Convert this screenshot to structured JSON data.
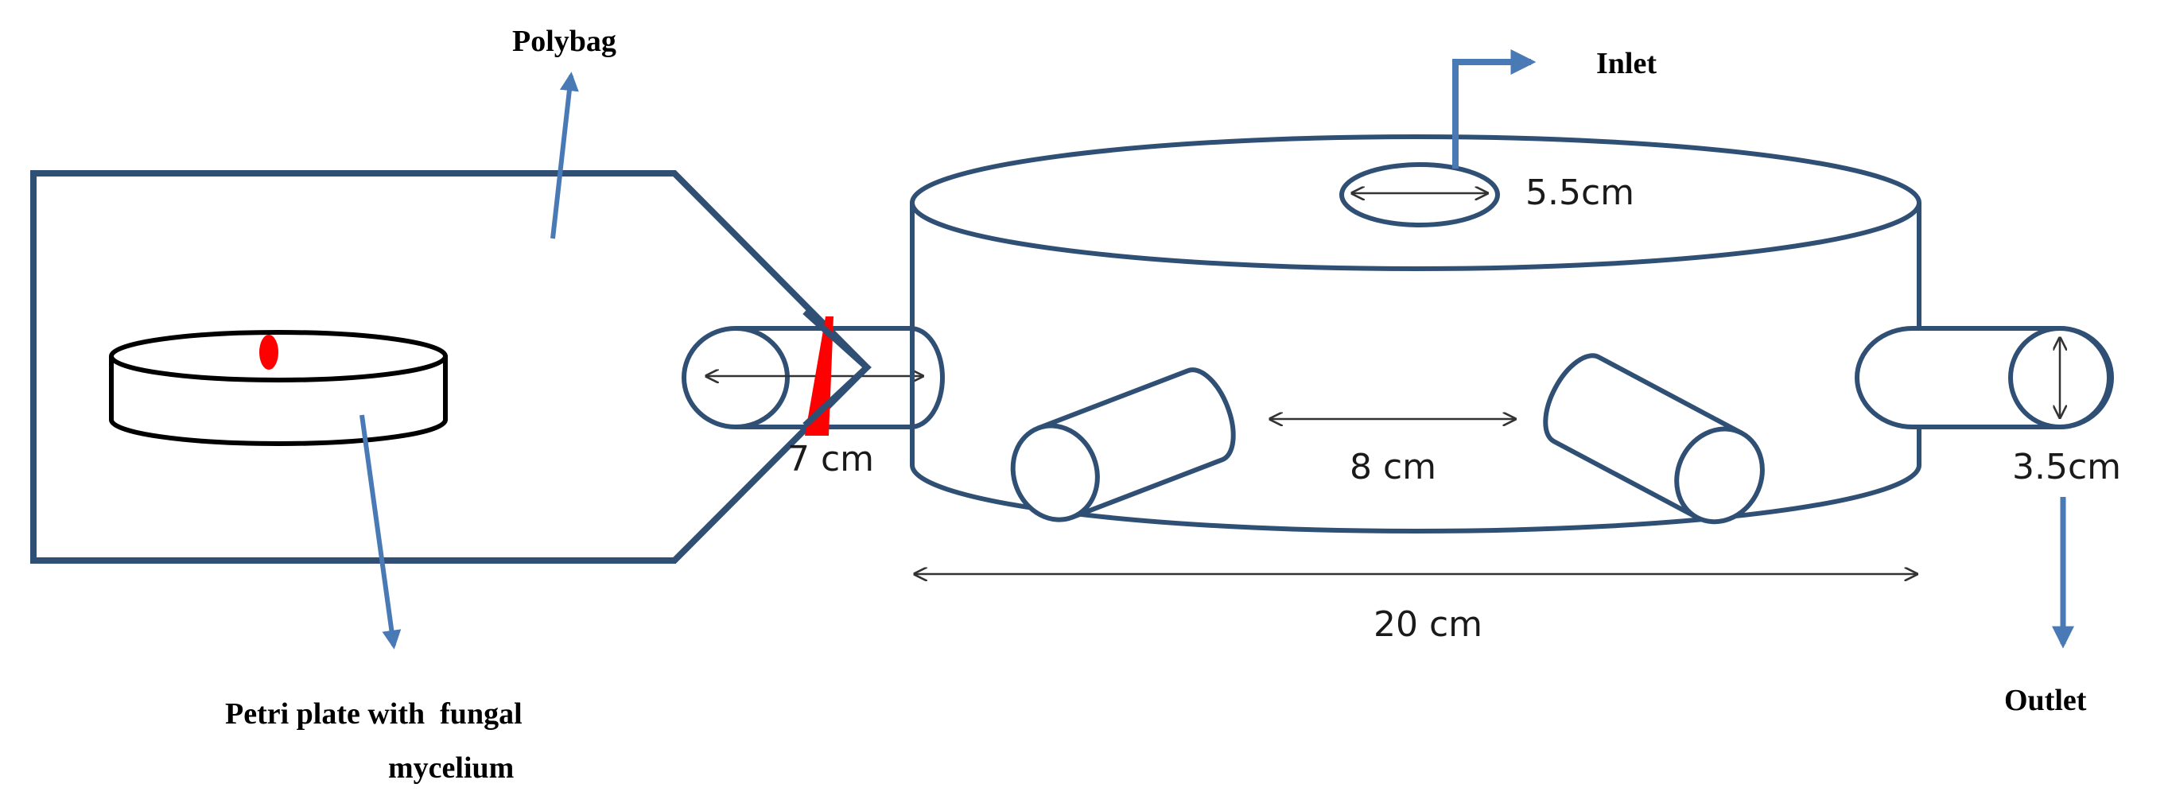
{
  "labels": {
    "polybag": "Polybag",
    "inlet": "Inlet",
    "outlet": "Outlet",
    "petri_line1": "Petri plate with  fungal",
    "petri_line2": "mycelium"
  },
  "dimensions": {
    "inlet_diameter": "5.5cm",
    "left_pipe_length": "7 cm",
    "side_spacing": "8 cm",
    "outlet_diameter": "3.5cm",
    "chamber_width": "20 cm"
  },
  "colors": {
    "outline": "#2f4f74",
    "arrow": "#4a7ab5",
    "seal": "#ff0000",
    "dimension_line": "#333333"
  }
}
